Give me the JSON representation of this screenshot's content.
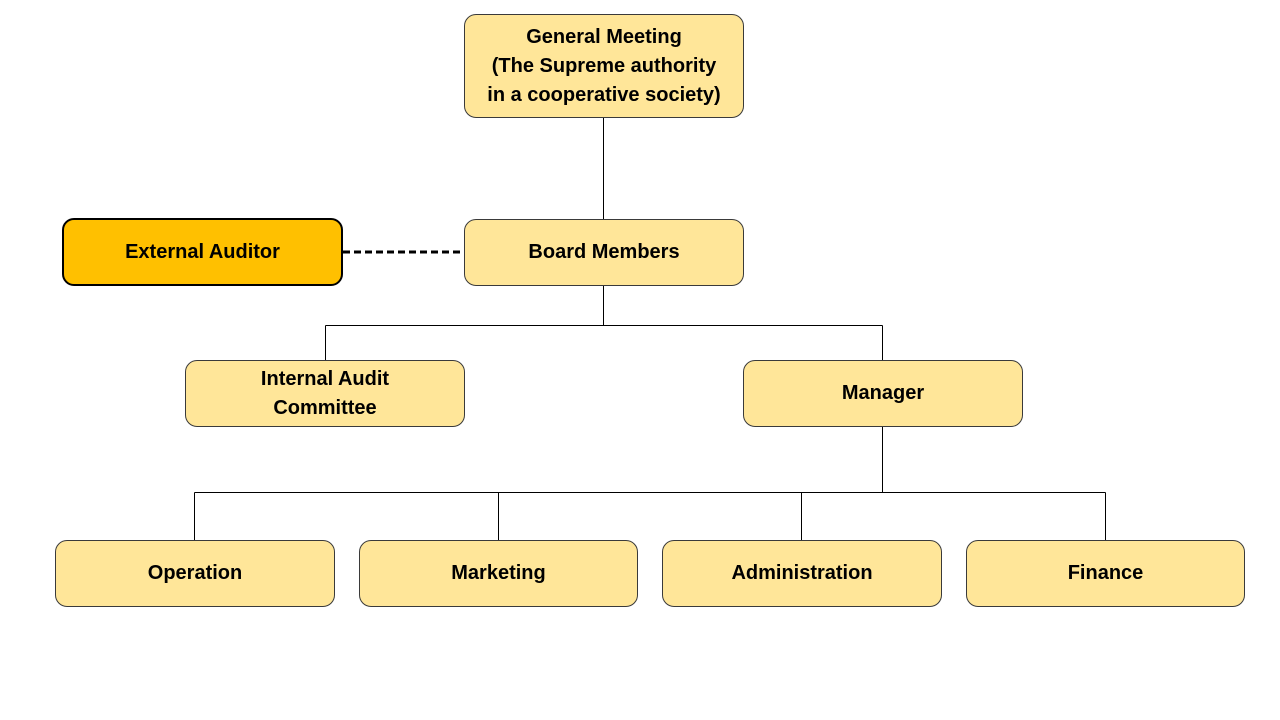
{
  "diagram": {
    "type": "org-chart",
    "colors": {
      "box_fill": "#ffe699",
      "highlight_fill": "#ffc000",
      "line": "#000000"
    },
    "nodes": {
      "general_meeting": "General Meeting\n(The Supreme authority\nin a cooperative society)",
      "board_members": "Board Members",
      "external_auditor": "External Auditor",
      "internal_audit_committee": "Internal Audit\nCommittee",
      "manager": "Manager",
      "operation": "Operation",
      "marketing": "Marketing",
      "administration": "Administration",
      "finance": "Finance"
    },
    "edges": [
      {
        "from": "general_meeting",
        "to": "board_members",
        "style": "solid"
      },
      {
        "from": "board_members",
        "to": "external_auditor",
        "style": "dashed"
      },
      {
        "from": "board_members",
        "to": "internal_audit_committee",
        "style": "solid"
      },
      {
        "from": "board_members",
        "to": "manager",
        "style": "solid"
      },
      {
        "from": "manager",
        "to": "operation",
        "style": "solid"
      },
      {
        "from": "manager",
        "to": "marketing",
        "style": "solid"
      },
      {
        "from": "manager",
        "to": "administration",
        "style": "solid"
      },
      {
        "from": "manager",
        "to": "finance",
        "style": "solid"
      }
    ]
  }
}
